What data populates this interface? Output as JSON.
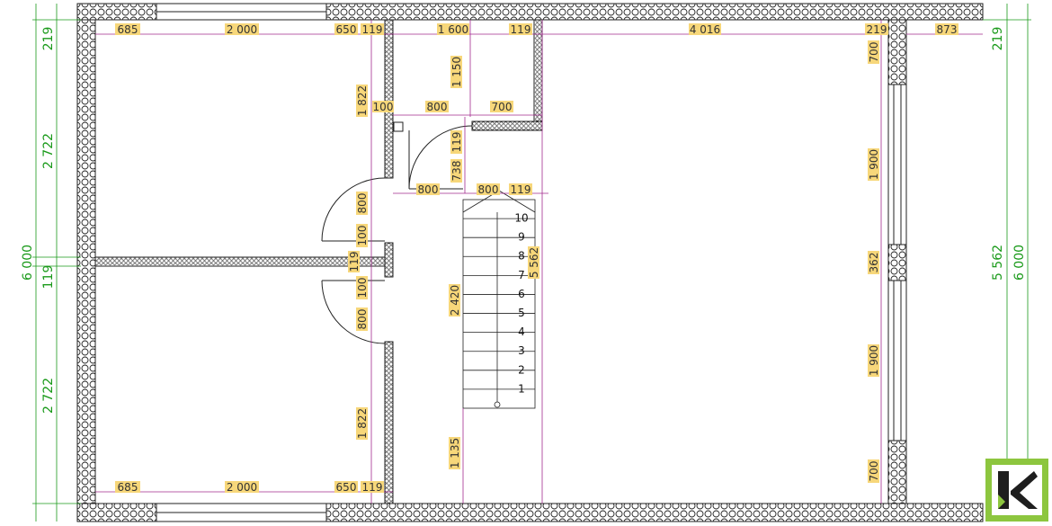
{
  "plan": {
    "outer_left": {
      "total": "6 000",
      "segments": [
        "219",
        "2 722",
        "119",
        "2 722"
      ]
    },
    "outer_right": {
      "total": "6 000",
      "inner": "5 562",
      "top": "219"
    },
    "top_row": [
      "685",
      "2 000",
      "650",
      "119",
      "1 600",
      "119",
      "4 016",
      "219",
      "873"
    ],
    "bottom_row": [
      "685",
      "2 000",
      "650",
      "119"
    ],
    "corridor_vertical": [
      "1 822",
      "800",
      "100",
      "119",
      "100",
      "800",
      "1 822"
    ],
    "wc": {
      "width_1": "100",
      "width_2": "800",
      "width_3": "700",
      "height": "1 150",
      "door_offset": "119",
      "door_height": "738",
      "door_width": "800"
    },
    "stair": {
      "width": "800",
      "offset": "119",
      "length": "2 420",
      "height_total": "5 562",
      "bottom": "1 135",
      "steps": [
        "1",
        "2",
        "3",
        "4",
        "5",
        "6",
        "7",
        "8",
        "9",
        "10"
      ]
    },
    "right_wall": {
      "segments": [
        "700",
        "1 900",
        "362",
        "1 900",
        "700"
      ]
    }
  },
  "colors": {
    "dim_fill": "#f7d77a",
    "dim_green": "#1a9a1a",
    "line": "#a22a8e",
    "logo_green": "#8dc63f",
    "logo_dark": "#1e1e1e"
  }
}
